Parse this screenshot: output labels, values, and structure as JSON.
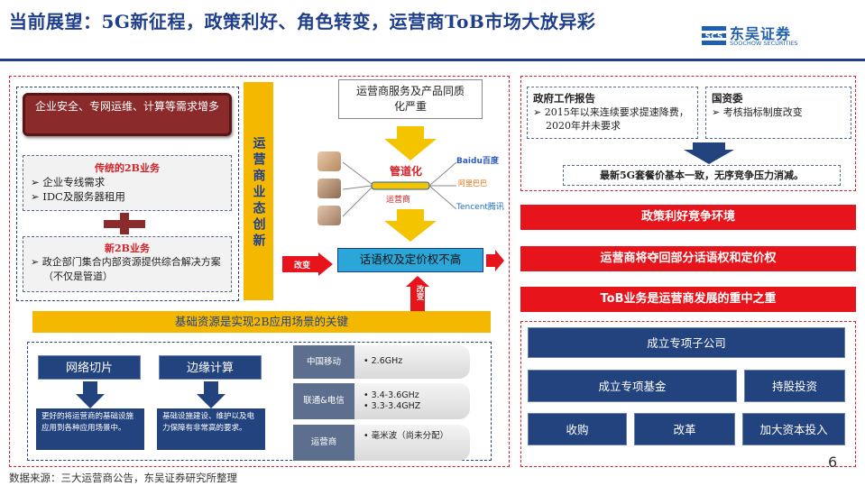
{
  "header": {
    "title": "当前展望：5G新征程，政策利好、角色转变，运营商ToB市场大放异彩",
    "logo_cn": "东吴证券",
    "logo_en": "SOOCHOW SECURITIES",
    "logo_mark_text": "SCS"
  },
  "left_panel": {
    "demand_box": "企业安全、专网运维、计算等需求增多",
    "traditional_title": "传统的2B业务",
    "traditional_items": [
      "企业专线需求",
      "IDC及服务器租用"
    ],
    "new_title": "新2B业务",
    "new_items": [
      "政企部门集合内部资源提供综合解决方案（不仅是管道）"
    ],
    "vertical_label": "运营商业态创新",
    "arrow_label_change": "改变",
    "foundation_label": "基础资源是实现2B应用场景的关键",
    "network_slicing": "网络切片",
    "edge_computing": "边缘计算",
    "network_slicing_desc": "更好的将运营商的基础设施应用到各种应用场景中。",
    "edge_computing_desc": "基础设施建设、维护以及电力保障有非常高的要求。",
    "operators": [
      {
        "name": "中国移动",
        "bands": [
          "2.6GHz"
        ]
      },
      {
        "name": "联通&电信",
        "bands": [
          "3.4-3.6GHz",
          "3.3-3.4GHZ"
        ]
      },
      {
        "name": "运营商",
        "bands": [
          "毫米波（尚未分配）"
        ]
      }
    ]
  },
  "center": {
    "homogenization": "运营商服务及产品同质化严重",
    "pipeline_label": "管道化",
    "operator_label": "运营商",
    "brands": [
      "Baidu百度",
      "阿里巴巴",
      "Tencent腾讯"
    ],
    "pricing_power": "话语权及定价权不高",
    "change_label": "改变"
  },
  "right_panel": {
    "gov_report_title": "政府工作报告",
    "gov_report_items": [
      "2015年以来连续要求提速降费，2020年并未要求"
    ],
    "sasac_title": "国资委",
    "sasac_items": [
      "考核指标制度改变"
    ],
    "conclusion": "最新5G套餐价基本一致，无序竞争压力消减。",
    "red_bars": [
      "政策利好竞争环境",
      "运营商将夺回部分话语权和定价权",
      "ToB业务是运营商发展的重中之重"
    ],
    "actions": {
      "row1": [
        "成立专项子公司"
      ],
      "row2": [
        "成立专项基金",
        "持股投资"
      ],
      "row3": [
        "收购",
        "改革",
        "加大资本投入"
      ]
    }
  },
  "footer": {
    "source": "数据来源：三大运营商公告，东吴证券研究所整理",
    "page_number": "6"
  },
  "colors": {
    "navy": "#23437f",
    "red": "#e8141b",
    "title_blue": "#1f3f8c",
    "yellow": "#f5b800",
    "cyan_box": "#2aa6d8"
  }
}
